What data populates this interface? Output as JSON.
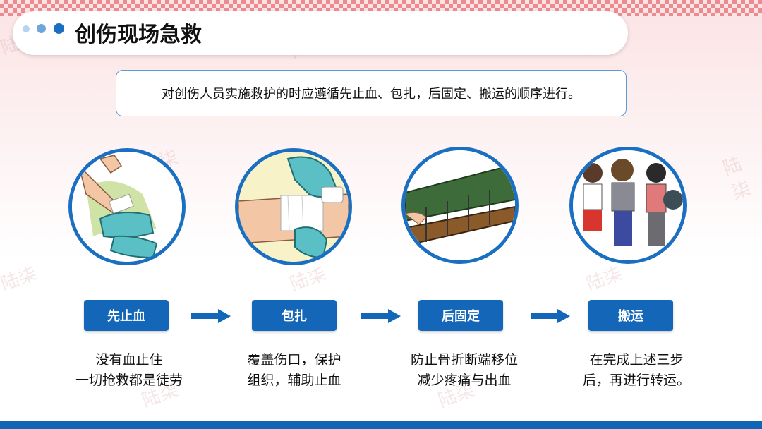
{
  "title": "创伤现场急救",
  "subtitle": "对创伤人员实施救护的时应遵循先止血、包扎，后固定、搬运的顺序进行。",
  "watermark": "陆柒",
  "colors": {
    "primary": "#1366b8",
    "ring": "#1a6fc2",
    "checker": "#e3424a"
  },
  "steps": [
    {
      "label": "先止血",
      "desc_line1": "没有血止住",
      "desc_line2": "一切抢救都是徒劳",
      "illustration": "gloved-hand-pressing-wound"
    },
    {
      "label": "包扎",
      "desc_line1": "覆盖伤口，保护",
      "desc_line2": "组织，辅助止血",
      "illustration": "bandaging-arm"
    },
    {
      "label": "后固定",
      "desc_line1": "防止骨折断端移位",
      "desc_line2": "减少疼痛与出血",
      "illustration": "splint-fixation"
    },
    {
      "label": "搬运",
      "desc_line1": "在完成上述三步",
      "desc_line2": "后，再进行转运。",
      "illustration": "people-carrying"
    }
  ],
  "arrow_icon": "right-arrow-icon"
}
